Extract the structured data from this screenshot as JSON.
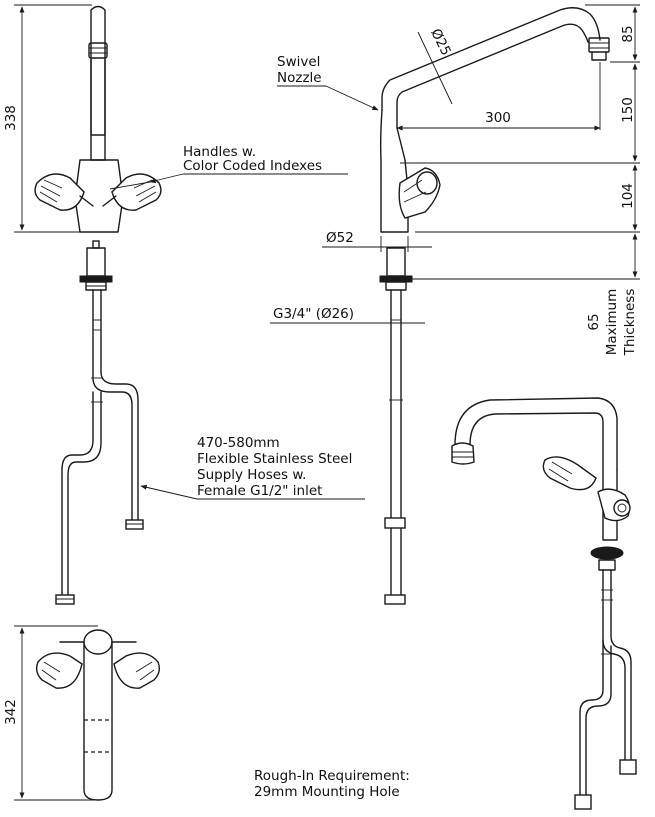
{
  "labels": {
    "swivel_line1": "Swivel",
    "swivel_line2": "Nozzle",
    "handles_line1": "Handles w.",
    "handles_line2": "Color Coded Indexes",
    "hose_line1": "470-580mm",
    "hose_line2": "Flexible Stainless Steel",
    "hose_line3": "Supply Hoses w.",
    "hose_line4": "Female G1/2\" inlet",
    "rough_line1": "Rough-In Requirement:",
    "rough_line2": "29mm Mounting Hole"
  },
  "dimensions": {
    "total_height_front": "338",
    "total_height_top": "342",
    "nozzle_dia": "Ø25",
    "reach": "300",
    "nozzle_drop": "85",
    "spout_height": "150",
    "handle_height": "104",
    "body_dia": "Ø52",
    "thread": "G3/4\" (Ø26)",
    "max_thickness_value": "65",
    "max_thickness_line1": "Maximum",
    "max_thickness_line2": "Thickness"
  }
}
